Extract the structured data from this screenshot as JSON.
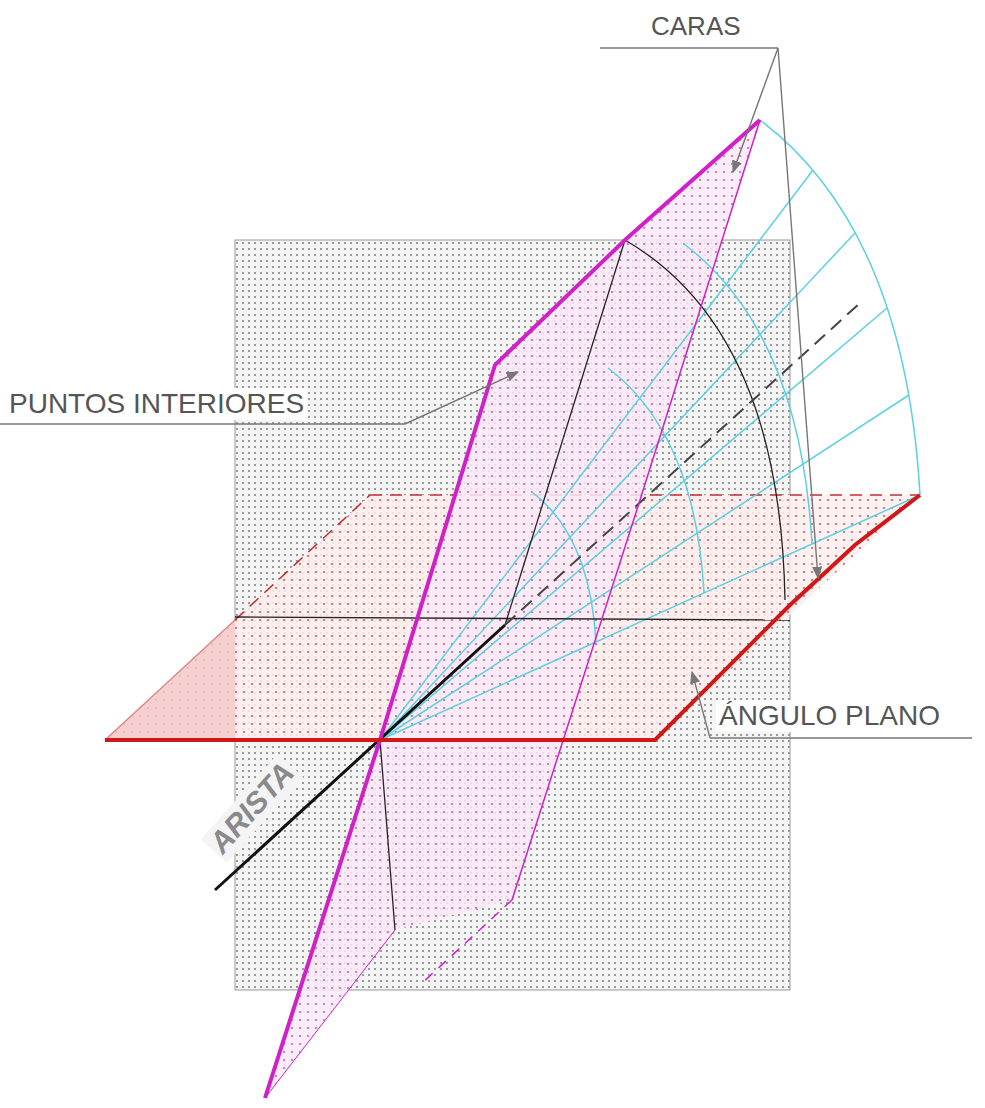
{
  "diagram": {
    "labels": [
      "CARAS",
      "PUNTOS INTERIORES",
      "ARISTA",
      "ÁNGULO PLANO"
    ]
  }
}
